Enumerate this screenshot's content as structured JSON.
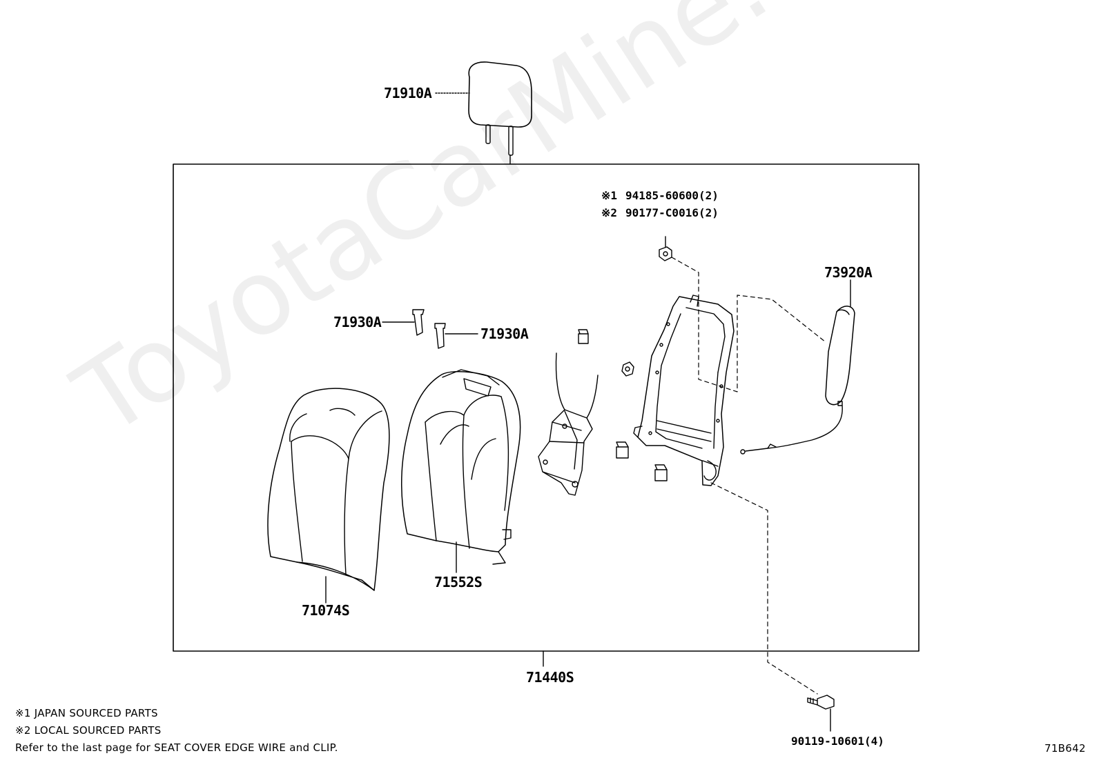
{
  "diagram": {
    "labels": {
      "headrest": "71910A",
      "support_left": "71930A",
      "support_right": "71930A",
      "frame_assy": "71440S",
      "seat_cover": "71074S",
      "seat_pad": "71552S",
      "side_airbag": "73920A",
      "nut_japan": "94185-60600(2)",
      "nut_local": "90177-C0016(2)",
      "bolt": "90119-10601(4)",
      "mark_1": "※1",
      "mark_2": "※2"
    },
    "notes": {
      "japan": "※1  JAPAN SOURCED PARTS",
      "local": "※2  LOCAL SOURCED PARTS",
      "refer": "Refer to the last page   for SEAT COVER EDGE WIRE and CLIP."
    },
    "page_code": "71B642",
    "watermark": "ToyotaCarMine.ru"
  }
}
